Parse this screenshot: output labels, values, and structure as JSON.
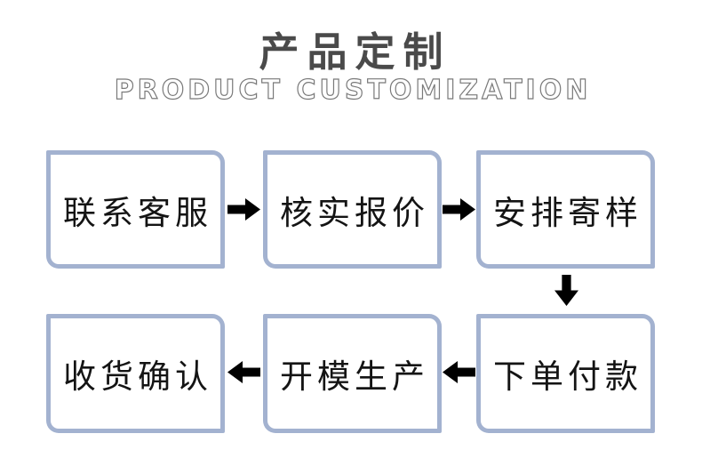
{
  "header": {
    "title": "产品定制",
    "subtitle": "PRODUCT CUSTOMIZATION"
  },
  "colors": {
    "title_text": "#4a4a4a",
    "subtitle_text": "#7a7a7a",
    "box_border": "#a3b2d0",
    "box_fill": "#ffffff",
    "box_text": "#141414",
    "arrow": "#000000",
    "background": "#ffffff"
  },
  "flow": {
    "steps": [
      {
        "order": 1,
        "label": "联系客服"
      },
      {
        "order": 2,
        "label": "核实报价"
      },
      {
        "order": 3,
        "label": "安排寄样"
      },
      {
        "order": 4,
        "label": "下单付款"
      },
      {
        "order": 5,
        "label": "开模生产"
      },
      {
        "order": 6,
        "label": "收货确认"
      }
    ],
    "connections": [
      {
        "from": "联系客服",
        "to": "核实报价",
        "direction": "right"
      },
      {
        "from": "核实报价",
        "to": "安排寄样",
        "direction": "right"
      },
      {
        "from": "安排寄样",
        "to": "下单付款",
        "direction": "down"
      },
      {
        "from": "下单付款",
        "to": "开模生产",
        "direction": "left"
      },
      {
        "from": "开模生产",
        "to": "收货确认",
        "direction": "left"
      }
    ]
  }
}
